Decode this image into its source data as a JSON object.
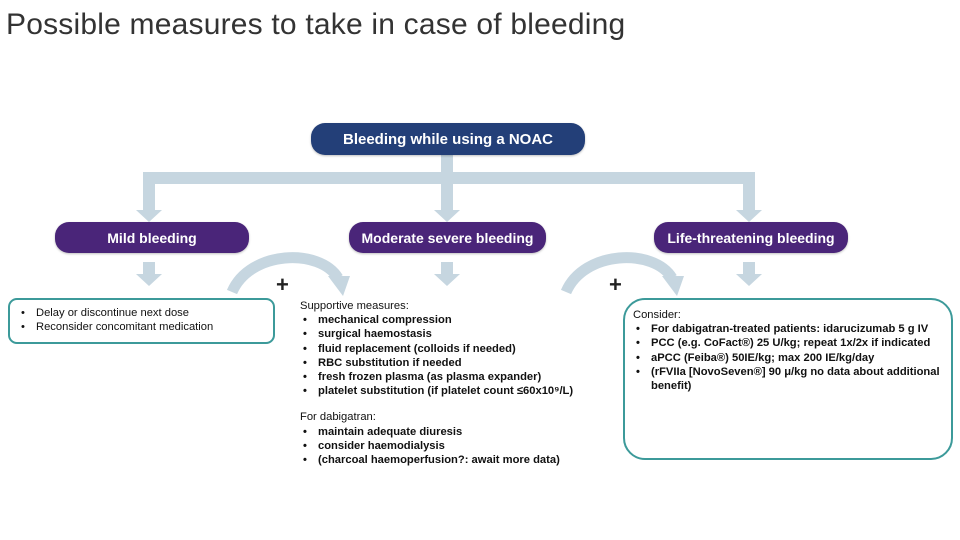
{
  "title": "Possible measures to take in case of bleeding",
  "root": {
    "label": "Bleeding while using a NOAC"
  },
  "categories": [
    {
      "label": "Mild bleeding"
    },
    {
      "label": "Moderate severe bleeding"
    },
    {
      "label": "Life-threatening bleeding"
    }
  ],
  "plus_symbol": "+",
  "mild": {
    "items": [
      "Delay or discontinue next dose",
      "Reconsider concomitant medication"
    ]
  },
  "moderate": {
    "heading": "Supportive measures:",
    "items": [
      "mechanical compression",
      "surgical haemostasis",
      "fluid replacement (colloids if needed)",
      "RBC substitution if needed",
      "fresh frozen plasma (as plasma expander)",
      "platelet substitution (if platelet count ≤60x10⁹/L)"
    ],
    "dabigatran_heading": "For dabigatran:",
    "dabigatran_items": [
      "maintain adequate diuresis",
      "consider haemodialysis",
      "(charcoal haemoperfusion?: await more data)"
    ]
  },
  "life": {
    "heading": "Consider:",
    "items": [
      "For dabigatran-treated patients: idarucizumab 5 g IV",
      "PCC (e.g. CoFact®) 25 U/kg; repeat 1x/2x if indicated",
      "aPCC (Feiba®) 50IE/kg; max 200 IE/kg/day",
      "(rFVIIa [NovoSeven®] 90 μ/kg no data about additional benefit)"
    ]
  },
  "colors": {
    "root": "#233f78",
    "category": "#4a2579",
    "connector": "#c6d6e0",
    "outline": "#3c9a9a"
  }
}
